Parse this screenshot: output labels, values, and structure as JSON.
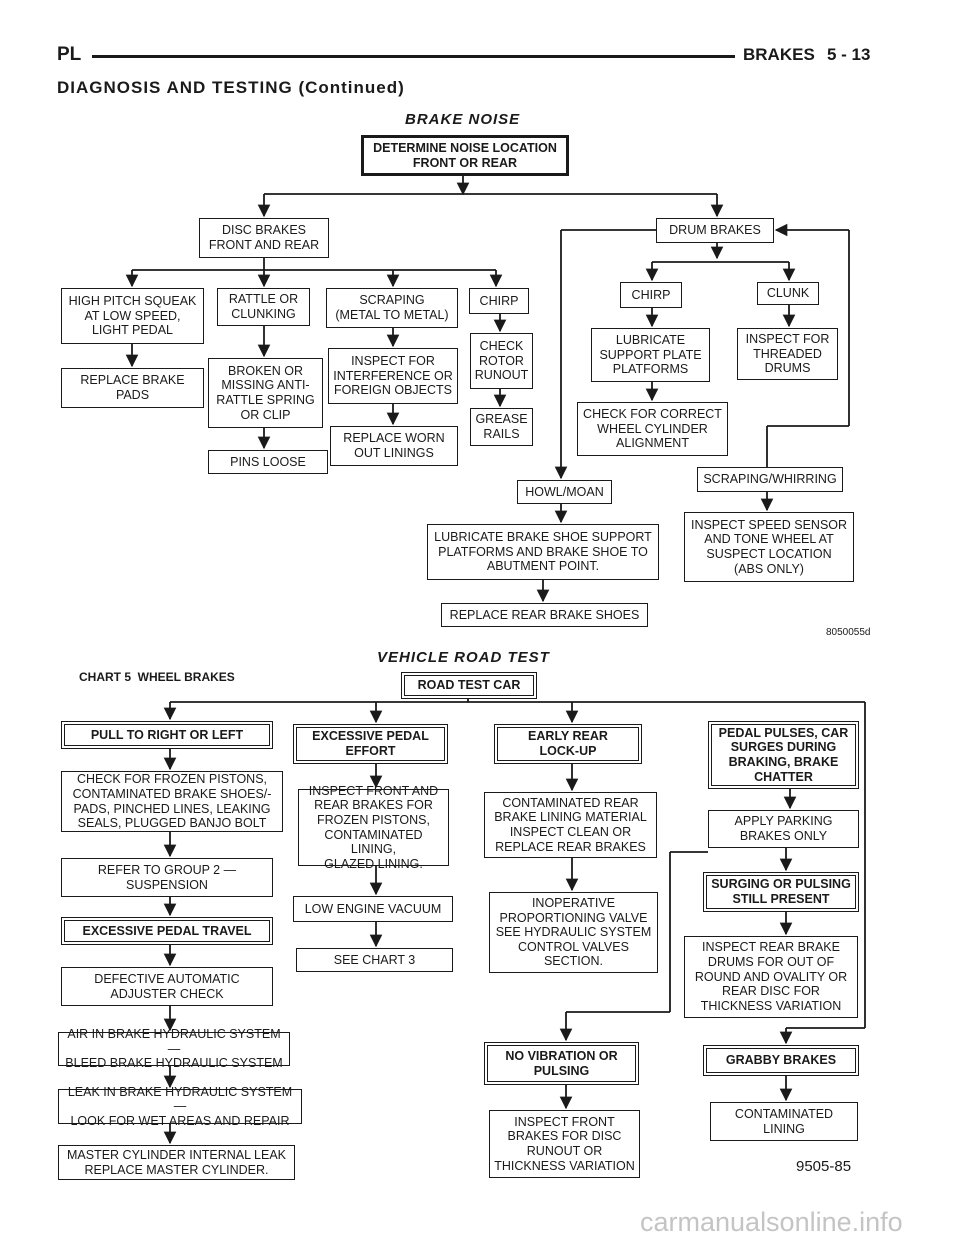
{
  "header": {
    "left": "PL",
    "brakes": "BRAKES",
    "page": "5 - 13",
    "section": "DIAGNOSIS AND TESTING (Continued)"
  },
  "brake_noise": {
    "title": "BRAKE NOISE",
    "figure_id": "8050055d",
    "boxes": {
      "determine": "DETERMINE NOISE LOCATION\nFRONT OR REAR",
      "disc": "DISC BRAKES\nFRONT AND REAR",
      "drum": "DRUM BRAKES",
      "high_pitch": "HIGH PITCH SQUEAK\nAT LOW SPEED,\nLIGHT PEDAL",
      "rattle": "RATTLE OR\nCLUNKING",
      "scraping": "SCRAPING\n(METAL TO METAL)",
      "chirp_disc": "CHIRP",
      "replace_pads": "REPLACE BRAKE\nPADS",
      "broken": "BROKEN OR\nMISSING ANTI-\nRATTLE SPRING\nOR CLIP",
      "pins_loose": "PINS LOOSE",
      "inspect_interference": "INSPECT FOR\nINTERFERENCE OR\nFOREIGN OBJECTS",
      "replace_worn": "REPLACE WORN\nOUT LININGS",
      "check_rotor": "CHECK\nROTOR\nRUNOUT",
      "grease_rails": "GREASE\nRAILS",
      "chirp_drum": "CHIRP",
      "clunk": "CLUNK",
      "lubricate_support": "LUBRICATE\nSUPPORT PLATE\nPLATFORMS",
      "inspect_threaded": "INSPECT FOR\nTHREADED\nDRUMS",
      "check_wheel_cyl": "CHECK FOR CORRECT\nWHEEL CYLINDER\nALIGNMENT",
      "scraping_whirring": "SCRAPING/WHIRRING",
      "howl": "HOWL/MOAN",
      "lubricate_shoe": "LUBRICATE BRAKE SHOE SUPPORT\nPLATFORMS AND BRAKE SHOE TO\nABUTMENT POINT.",
      "inspect_speed": "INSPECT SPEED SENSOR\nAND TONE WHEEL AT\nSUSPECT LOCATION\n(ABS ONLY)",
      "replace_shoes": "REPLACE REAR BRAKE SHOES"
    }
  },
  "road_test": {
    "title": "VEHICLE ROAD TEST",
    "chart_label": "CHART 5  WHEEL BRAKES",
    "figure_id": "9505-85",
    "boxes": {
      "road_test_car": "ROAD TEST CAR",
      "pull": "PULL TO RIGHT OR LEFT",
      "excessive_effort": "EXCESSIVE PEDAL\nEFFORT",
      "early_lockup": "EARLY REAR\nLOCK-UP",
      "pedal_pulses": "PEDAL PULSES, CAR\nSURGES DURING\nBRAKING, BRAKE\nCHATTER",
      "check_frozen": "CHECK FOR FROZEN PISTONS,\nCONTAMINATED BRAKE SHOES/-\nPADS, PINCHED LINES, LEAKING\nSEALS, PLUGGED BANJO BOLT",
      "refer_group": "REFER TO GROUP 2 —\nSUSPENSION",
      "excessive_travel": "EXCESSIVE PEDAL TRAVEL",
      "defective_adjuster": "DEFECTIVE AUTOMATIC\nADJUSTER CHECK",
      "air_in_system": "AIR IN BRAKE HYDRAULIC SYSTEM —\nBLEED BRAKE HYDRAULIC SYSTEM",
      "leak_in_system": "LEAK IN BRAKE HYDRAULIC SYSTEM —\nLOOK FOR WET AREAS AND REPAIR",
      "master_cyl": "MASTER CYLINDER INTERNAL LEAK\nREPLACE MASTER CYLINDER.",
      "inspect_front_rear": "INSPECT FRONT AND\nREAR BRAKES FOR\nFROZEN PISTONS,\nCONTAMINATED LINING,\nGLAZED LINING.",
      "low_vacuum": "LOW ENGINE VACUUM",
      "see_chart": "SEE CHART 3",
      "contaminated_rear": "CONTAMINATED REAR\nBRAKE LINING MATERIAL\nINSPECT CLEAN OR\nREPLACE REAR BRAKES",
      "inoperative_valve": "INOPERATIVE\nPROPORTIONING VALVE\nSEE HYDRAULIC SYSTEM\nCONTROL VALVES\nSECTION.",
      "apply_parking": "APPLY PARKING\nBRAKES ONLY",
      "surging_still": "SURGING OR PULSING\nSTILL PRESENT",
      "inspect_drums": "INSPECT REAR BRAKE\nDRUMS FOR OUT OF\nROUND AND OVALITY OR\nREAR DISC FOR\nTHICKNESS VARIATION",
      "no_vibration": "NO VIBRATION OR\nPULSING",
      "grabby": "GRABBY BRAKES",
      "inspect_front_disc": "INSPECT FRONT\nBRAKES FOR DISC\nRUNOUT OR\nTHICKNESS VARIATION",
      "contaminated_lining": "CONTAMINATED\nLINING"
    }
  },
  "watermark": "carmanualsonline.info"
}
